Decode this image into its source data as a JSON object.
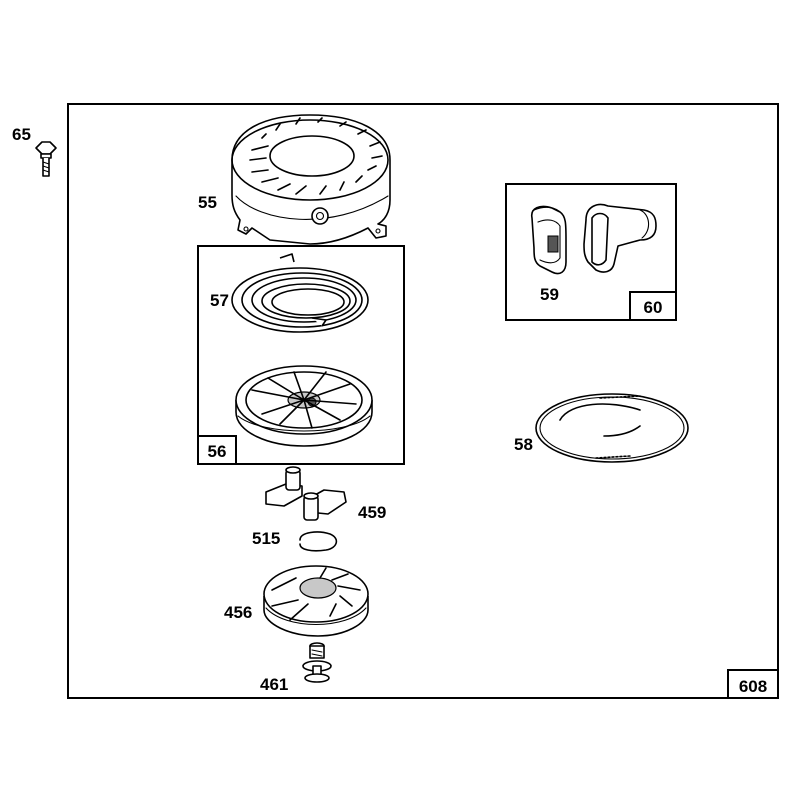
{
  "diagram": {
    "assembly_label": "608",
    "callouts": {
      "p65": "65",
      "p55": "55",
      "p57": "57",
      "p56": "56",
      "p59": "59",
      "p60": "60",
      "p58": "58",
      "p459": "459",
      "p515": "515",
      "p456": "456",
      "p461": "461"
    }
  }
}
